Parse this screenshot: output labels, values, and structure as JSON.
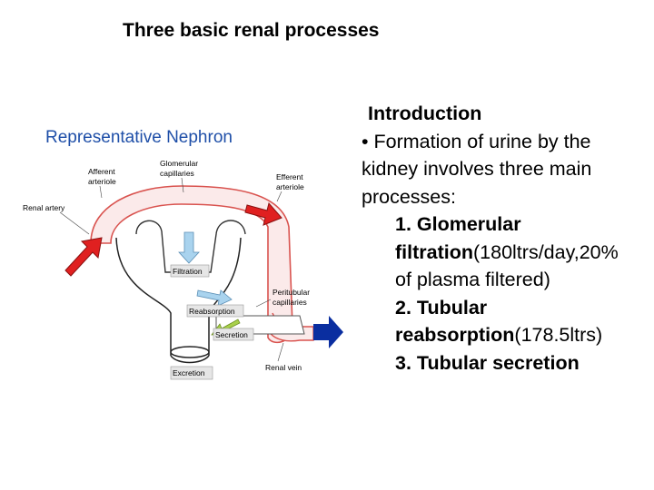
{
  "title": "Three basic renal processes",
  "diagram": {
    "title": "Representative Nephron",
    "labels": {
      "afferent": [
        "Afferent",
        "arteriole"
      ],
      "glomerular": [
        "Glomerular",
        "capillaries"
      ],
      "efferent": [
        "Efferent",
        "arteriole"
      ],
      "renal_artery": "Renal artery",
      "filtration": "Filtration",
      "reabsorption": "Reabsorption",
      "secretion": "Secretion",
      "excretion": "Excretion",
      "peritubular": [
        "Peritubular",
        "capillaries"
      ],
      "renal_vein": "Renal vein"
    },
    "colors": {
      "title_blue": "#1f4fa8",
      "vessel_red": "#d9534f",
      "arrow_red": "#e02020",
      "arrow_blue": "#0a2ea0",
      "green_arrow": "#a8d04a",
      "light_blue_arrow": "#a9d3ee"
    }
  },
  "intro": {
    "heading": "Introduction",
    "bullet": "• Formation of urine by the kidney involves three main processes:",
    "item1_bold": "1. Glomerular filtration",
    "item1_rest": "(180ltrs/day,20% of plasma filtered)",
    "item2_bold": "2. Tubular reabsorption",
    "item2_rest": "(178.5ltrs)",
    "item3_bold": "3. Tubular secretion"
  }
}
